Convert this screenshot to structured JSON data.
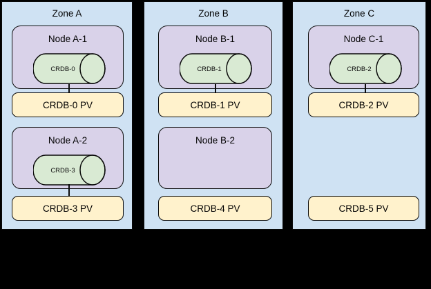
{
  "zones": [
    {
      "label": "Zone A",
      "node1": {
        "label": "Node A-1",
        "disk": "CRDB-0"
      },
      "pv1": "CRDB-0 PV",
      "node2": {
        "label": "Node A-2",
        "disk": "CRDB-3"
      },
      "pv2": "CRDB-3 PV"
    },
    {
      "label": "Zone B",
      "node1": {
        "label": "Node B-1",
        "disk": "CRDB-1"
      },
      "pv1": "CRDB-1 PV",
      "node2": {
        "label": "Node B-2"
      },
      "pv2": "CRDB-4 PV"
    },
    {
      "label": "Zone C",
      "node1": {
        "label": "Node C-1",
        "disk": "CRDB-2"
      },
      "pv1": "CRDB-2 PV",
      "pv2": "CRDB-5 PV"
    }
  ],
  "colors": {
    "background": "#000000",
    "zone_fill": "#cfe2f3",
    "node_fill": "#d9d2e9",
    "disk_fill": "#d9ead3",
    "pv_fill": "#fff2cc",
    "outline": "#0b0b0b"
  }
}
